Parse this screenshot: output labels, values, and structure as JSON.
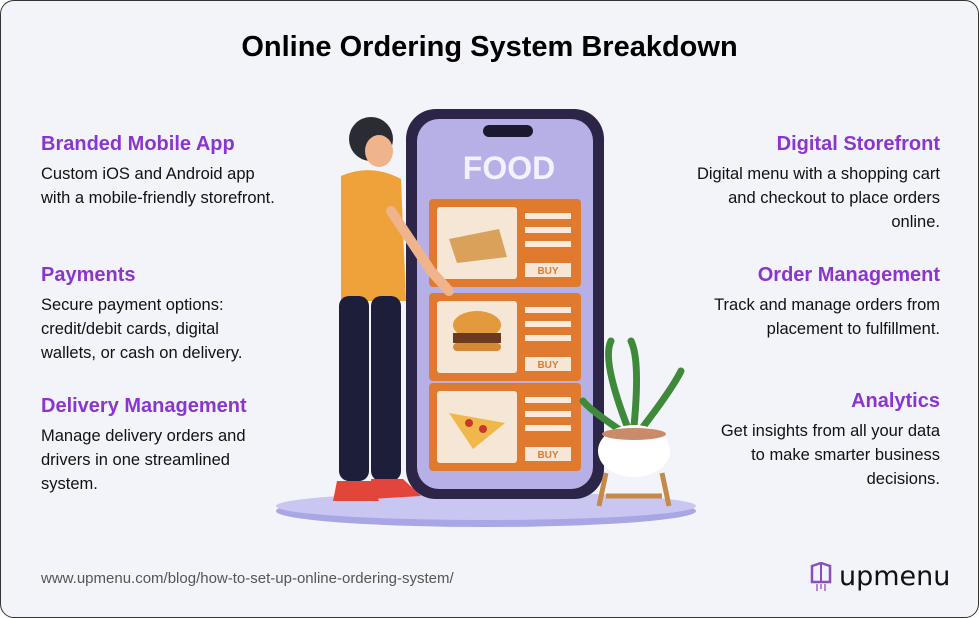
{
  "title": "Online Ordering System Breakdown",
  "features_left": [
    {
      "title": "Branded Mobile App",
      "desc": "Custom iOS and Android app with a mobile-friendly storefront."
    },
    {
      "title": "Payments",
      "desc": "Secure payment options: credit/debit cards, digital wallets, or cash on delivery."
    },
    {
      "title": "Delivery Management",
      "desc": "Manage delivery orders and drivers in one streamlined system."
    }
  ],
  "features_right": [
    {
      "title": "Digital Storefront",
      "desc": "Digital menu with a shopping cart and checkout to place orders online."
    },
    {
      "title": "Order Management",
      "desc": "Track and manage orders from placement to fulfillment."
    },
    {
      "title": "Analytics",
      "desc": "Get insights from all your data to make smarter business decisions."
    }
  ],
  "phone": {
    "heading": "FOOD",
    "buy_label": "BUY"
  },
  "footer": {
    "url": "www.upmenu.com/blog/how-to-set-up-online-ordering-system/",
    "brand": "upmenu"
  },
  "colors": {
    "accent": "#8a35d0",
    "background": "#f3f4fa",
    "orange": "#e07a2e"
  }
}
